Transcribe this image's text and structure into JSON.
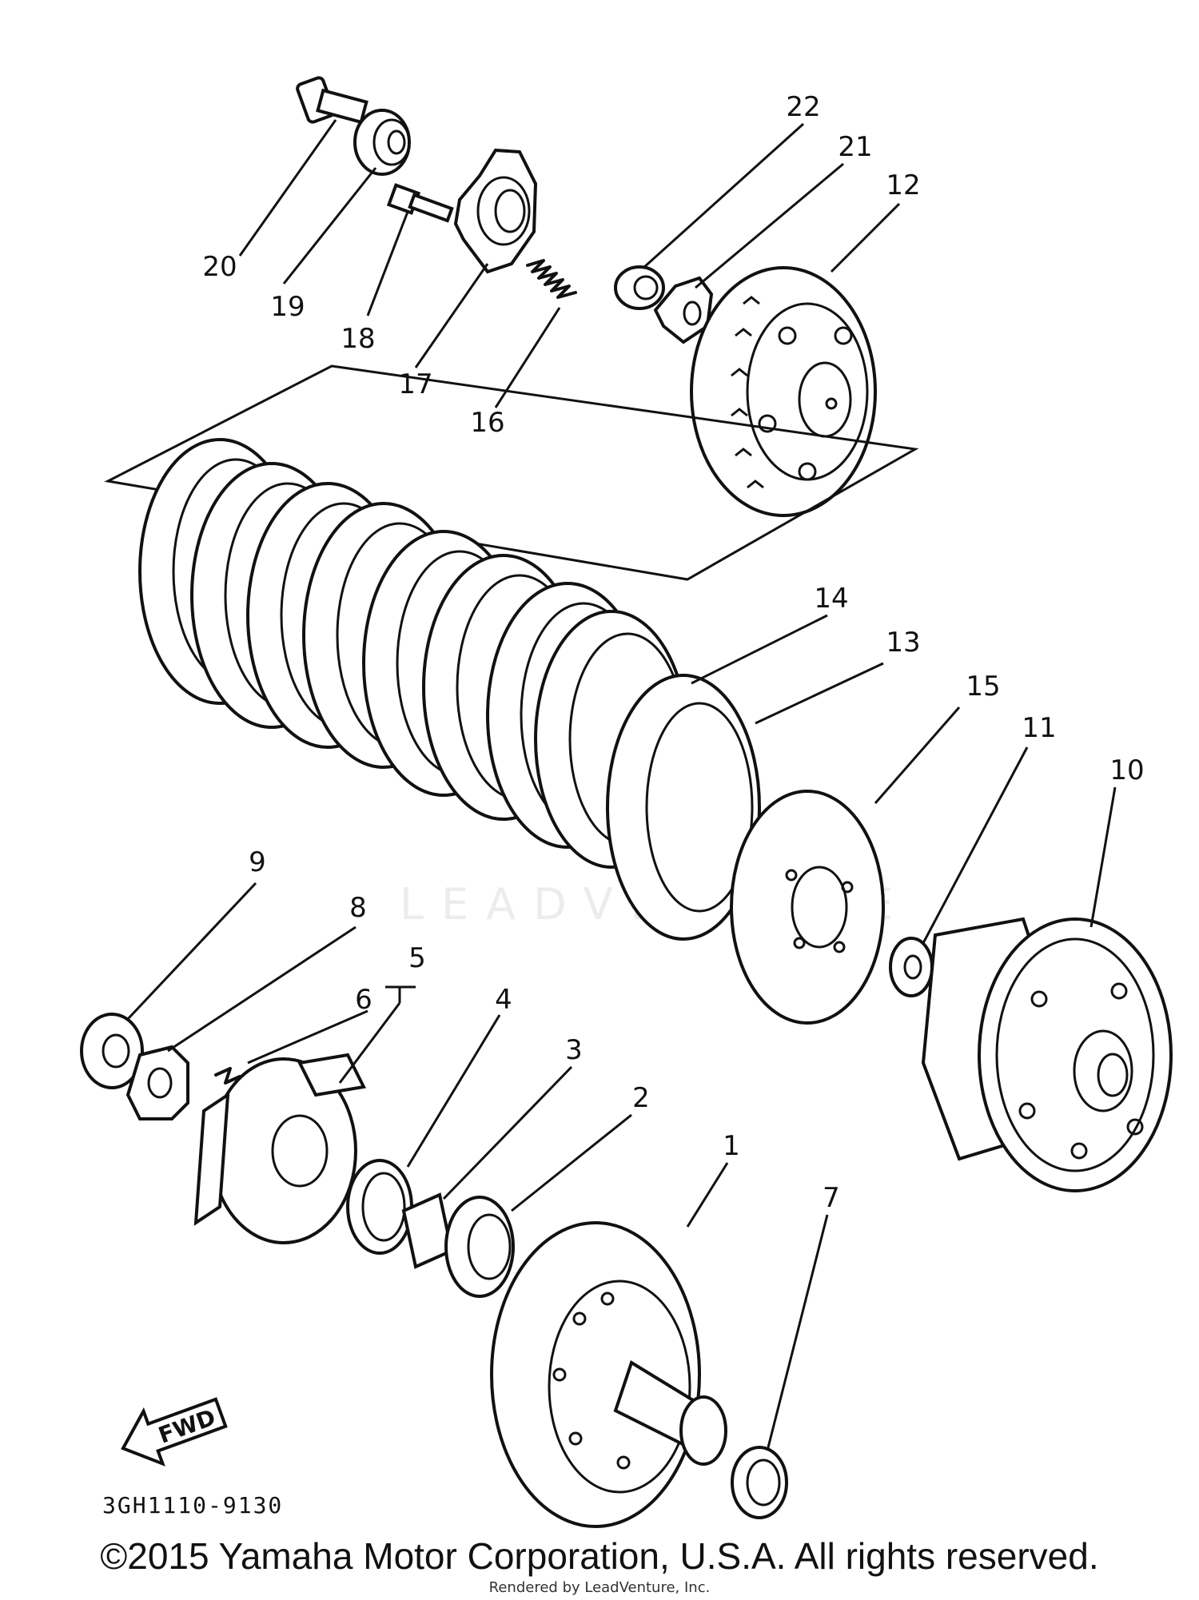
{
  "watermark": "LEADVENTURE",
  "diagram_code": "3GH1110-9130",
  "fwd_label": "FWD",
  "callouts": {
    "c1": "1",
    "c2": "2",
    "c3": "3",
    "c4": "4",
    "c5": "5",
    "c6": "6",
    "c7": "7",
    "c8": "8",
    "c9": "9",
    "c10": "10",
    "c11": "11",
    "c12": "12",
    "c13": "13",
    "c14": "14",
    "c15": "15",
    "c16": "16",
    "c17": "17",
    "c18": "18",
    "c19": "19",
    "c20": "20",
    "c21": "21",
    "c22": "22"
  },
  "footer": {
    "copyright": "©2015 Yamaha Motor Corporation, U.S.A. All rights reserved.",
    "rendered_by": "Rendered by LeadVenture, Inc."
  }
}
